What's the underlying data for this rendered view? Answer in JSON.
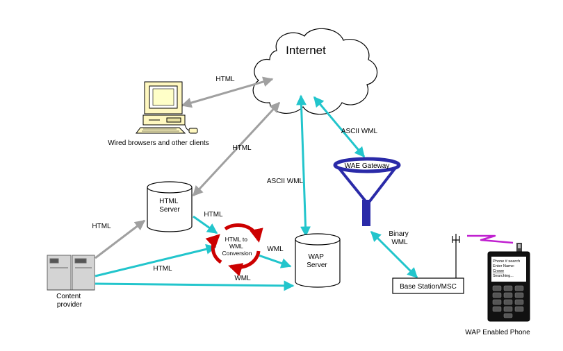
{
  "colors": {
    "wired_arrow": "#a0a0a0",
    "wireless_arrow": "#22c5cc",
    "conversion": "#cc0000",
    "gateway": "#2a2aa8",
    "signal": "#c020d0",
    "ink": "#000000"
  },
  "nodes": {
    "internet": "Internet",
    "wired_clients": "Wired browsers and other clients",
    "html_server": "HTML\nServer",
    "wap_server": "WAP\nServer",
    "converter": "HTML to\nWML\nConversion",
    "gateway": "WAE Gateway",
    "base_station": "Base Station/MSC",
    "content_provider": "Content\nprovider",
    "phone": "WAP Enabled Phone"
  },
  "phone_screen": [
    "Phone # search",
    "Enter Name:",
    "Crowe",
    "Searching..."
  ],
  "edges": {
    "clients_internet": "HTML",
    "htmlserver_internet": "HTML",
    "htmlserver_converter": "HTML",
    "provider_htmlserver": "HTML",
    "provider_converter": "HTML",
    "converter_wapserver": "WML",
    "provider_wapserver": "WML",
    "wapserver_internet": "ASCII WML",
    "internet_gateway": "ASCII WML",
    "gateway_basestation": "Binary\nWML"
  },
  "icons": {
    "cloud": "cloud-icon",
    "computer": "desktop-computer-icon",
    "server_cylinders": "database-cylinder-icon",
    "provider": "server-cabinet-icon",
    "funnel": "funnel-icon",
    "antenna": "antenna-icon",
    "signal": "lightning-icon",
    "phone": "mobile-phone-icon"
  }
}
